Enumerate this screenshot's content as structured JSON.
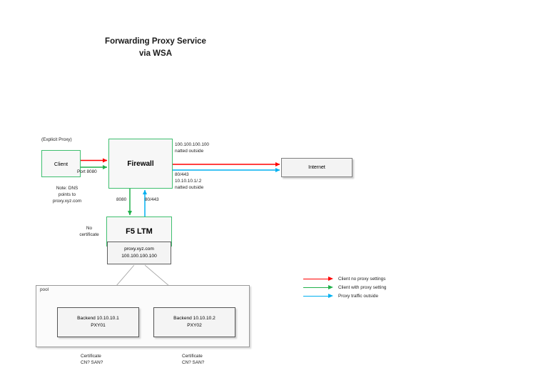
{
  "title": "Forwarding Proxy Service\nvia WSA",
  "colors": {
    "red": "#ff0000",
    "green": "#22b14c",
    "cyan": "#00b0f0",
    "node_border_green": "#3fbf6f",
    "node_border_gray": "#7f7f7f",
    "connector_gray": "#a6a6a6"
  },
  "nodes": {
    "client": {
      "label": "Client"
    },
    "firewall": {
      "label": "Firewall"
    },
    "internet": {
      "label": "Internet"
    },
    "f5": {
      "label": "F5 LTM"
    },
    "f5_virtual_server": {
      "hostname": "proxy.xyz.com",
      "ip": "100.100.100.100"
    }
  },
  "annotations": {
    "explicit_proxy": "(Explicit Proxy)",
    "port_8080": "Port 8080",
    "dns_note": "Note: DNS\npoints to\nproxy.xyz.com",
    "natted_outside_top": "100.100.100.100\n  natted outside",
    "natted_outside_bottom": "80/443\n  10.10.10.1/.2\n  natted outside",
    "firewall_to_f5_8080": "8080",
    "f5_to_firewall_80443": "80/443",
    "no_certificate": "No\ncertificate"
  },
  "pool": {
    "label": "pool",
    "members": [
      {
        "name": "Backend 10.10.10.1",
        "host": "PXY01",
        "certificate_note": "Certificate\nCN? SAN?"
      },
      {
        "name": "Backend 10.10.10.2",
        "host": "PXY02",
        "certificate_note": "Certificate\nCN? SAN?"
      }
    ]
  },
  "legend": {
    "items": [
      {
        "label": "Client no proxy settings",
        "color": "#ff0000"
      },
      {
        "label": "Client with proxy setting",
        "color": "#22b14c"
      },
      {
        "label": "Proxy traffic outside",
        "color": "#00b0f0"
      }
    ]
  }
}
